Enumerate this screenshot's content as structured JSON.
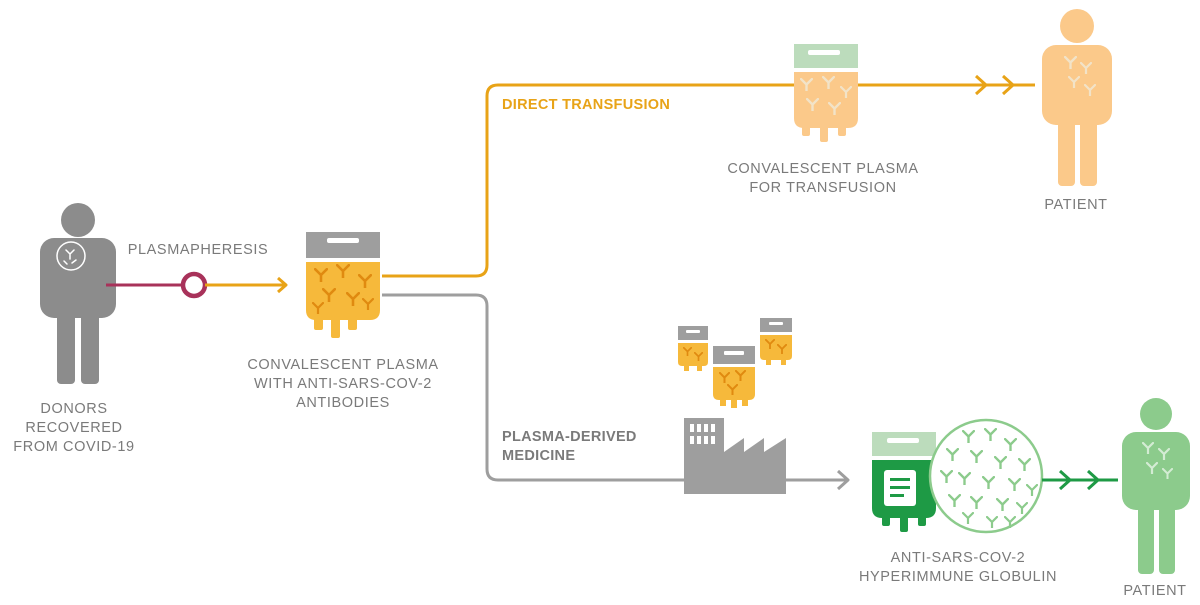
{
  "labels": {
    "donors": [
      "DONORS",
      "RECOVERED",
      "FROM COVID-19"
    ],
    "plasmapheresis": "PLASMAPHERESIS",
    "convalescent_plasma": [
      "CONVALESCENT PLASMA",
      "WITH ANTI-SARS-COV-2",
      "ANTIBODIES"
    ],
    "direct_transfusion": "DIRECT TRANSFUSION",
    "plasma_for_transfusion": [
      "CONVALESCENT PLASMA",
      "FOR TRANSFUSION"
    ],
    "patient_top": "PATIENT",
    "plasma_derived_medicine": [
      "PLASMA-DERIVED",
      "MEDICINE"
    ],
    "hyperimmune_globulin": [
      "ANTI-SARS-COV-2",
      "HYPERIMMUNE GLOBULIN"
    ],
    "patient_bottom": "PATIENT"
  },
  "colors": {
    "grey": "#8c8c8c",
    "label_grey": "#7a7a7a",
    "orange": "#e8a317",
    "bag_orange": "#f6b93b",
    "light_orange": "#fbc98a",
    "green": "#1e9a45",
    "light_green": "#8ccb8c",
    "maroon": "#a8325a"
  },
  "icons": [
    "donor-person-icon",
    "plasma-bag-icon",
    "transfusion-bag-icon",
    "patient-icon",
    "factory-icon",
    "globulin-bag-icon",
    "antibody-circle-icon"
  ]
}
